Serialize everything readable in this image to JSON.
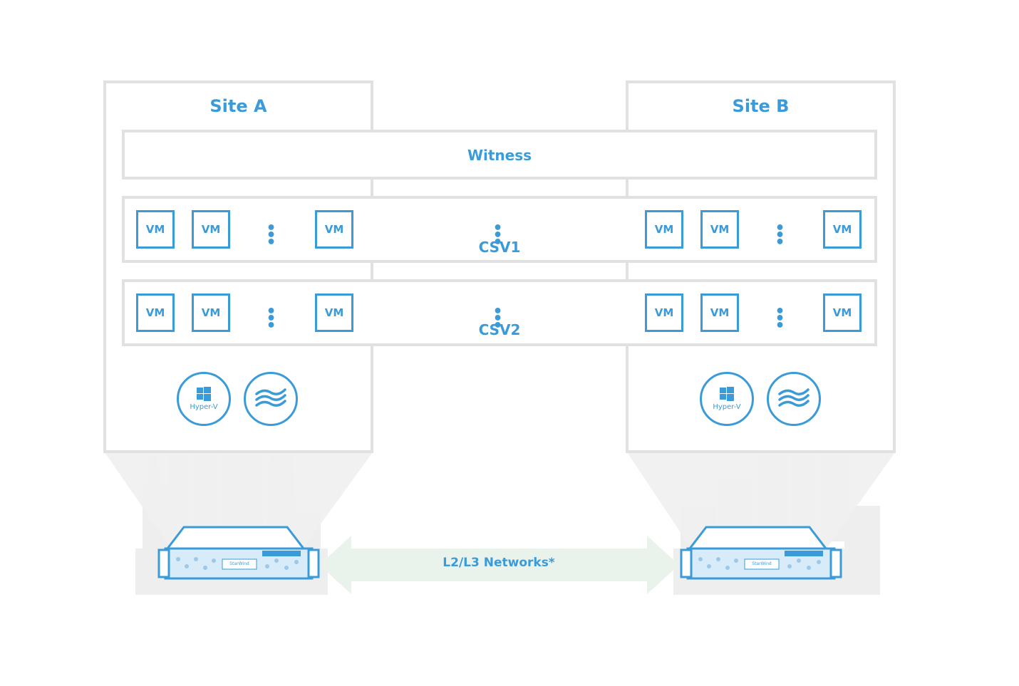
{
  "sites": [
    {
      "title": "Site A"
    },
    {
      "title": "Site B"
    }
  ],
  "witness": {
    "label": "Witness"
  },
  "csv_rows": [
    {
      "label": "CSV1",
      "vm_label": "VM",
      "dots": "• • •"
    },
    {
      "label": "CSV2",
      "vm_label": "VM",
      "dots": "• • •"
    }
  ],
  "hypervisor": {
    "label": "Hyper-V"
  },
  "network": {
    "label": "L2/L3 Networks*"
  },
  "server": {
    "brand": "StarWind"
  },
  "colors": {
    "accent": "#3a9bd8",
    "frame": "#e1e1e1",
    "skyline": "#eeeeee"
  },
  "icons": [
    "windows-logo-icon",
    "starwind-wave-icon",
    "server-appliance-icon",
    "double-arrow-icon",
    "city-skyline-icon"
  ]
}
